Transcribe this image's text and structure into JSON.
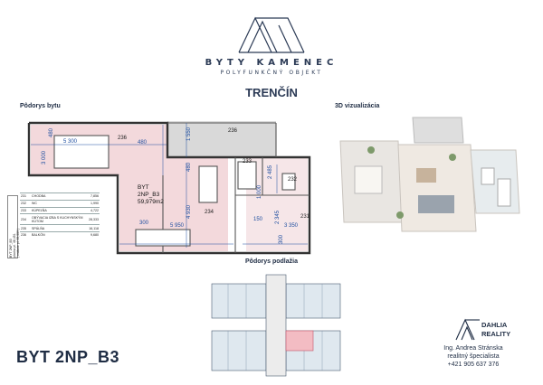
{
  "brand": {
    "name": "BYTY KAMENEC",
    "tagline": "POLYFUNKČNÝ OBJEKT",
    "city": "TRENČÍN"
  },
  "sections": {
    "floorplan_title": "Pôdorys bytu",
    "viz_title": "3D vizualizácia",
    "floor_title": "Pôdorys podlažia"
  },
  "plan": {
    "unit_label_1": "BYT",
    "unit_label_2": "2NP_B3",
    "unit_area": "59,979m2",
    "dims": {
      "d480a": "480",
      "d5300": "5 300",
      "d236a": "236",
      "d480b": "480",
      "d1550": "1 550",
      "d236b": "236",
      "d3000": "3 000",
      "d480c": "480",
      "d233": "233",
      "d2485": "2 485",
      "d232": "232",
      "d1000": "1 000",
      "d4930": "4 930",
      "d234": "234",
      "d300a": "300",
      "d5950": "5 950",
      "d150": "150",
      "d2345": "2 345",
      "d3350": "3 350",
      "d231": "231",
      "d300b": "300"
    }
  },
  "rooms": [
    {
      "num": "231",
      "name": "CHODBA",
      "area": "7,856"
    },
    {
      "num": "232",
      "name": "WC",
      "area": "1,990"
    },
    {
      "num": "233",
      "name": "KÚPEĽŇA",
      "area": "4,722"
    },
    {
      "num": "234",
      "name": "OBÝVACIA IZBA S KUCHYNSKÝM KÚTOM",
      "area": "28,333"
    },
    {
      "num": "235",
      "name": "SPÁLŇA",
      "area": "16,118"
    },
    {
      "num": "236",
      "name": "BALKÓN",
      "area": "9,680"
    }
  ],
  "side_labels": {
    "unit": "BYT 2NP_B3",
    "area_total": "plocha pl. 48,451",
    "area_incl": "( vrátane pl. 69,559 )"
  },
  "unit_title": "BYT 2NP_B3",
  "agency": {
    "name_top": "DAHLIA",
    "name_bottom": "REALITY",
    "contact_name": "Ing. Andrea Stránska",
    "contact_role": "realitný špecialista",
    "contact_phone": "+421 905 637 376"
  },
  "colors": {
    "navy": "#2b3a55",
    "room_pink": "#f3d9dc",
    "balcony_grey": "#d9d9d9",
    "dimension_text": "#1f4fa0"
  }
}
